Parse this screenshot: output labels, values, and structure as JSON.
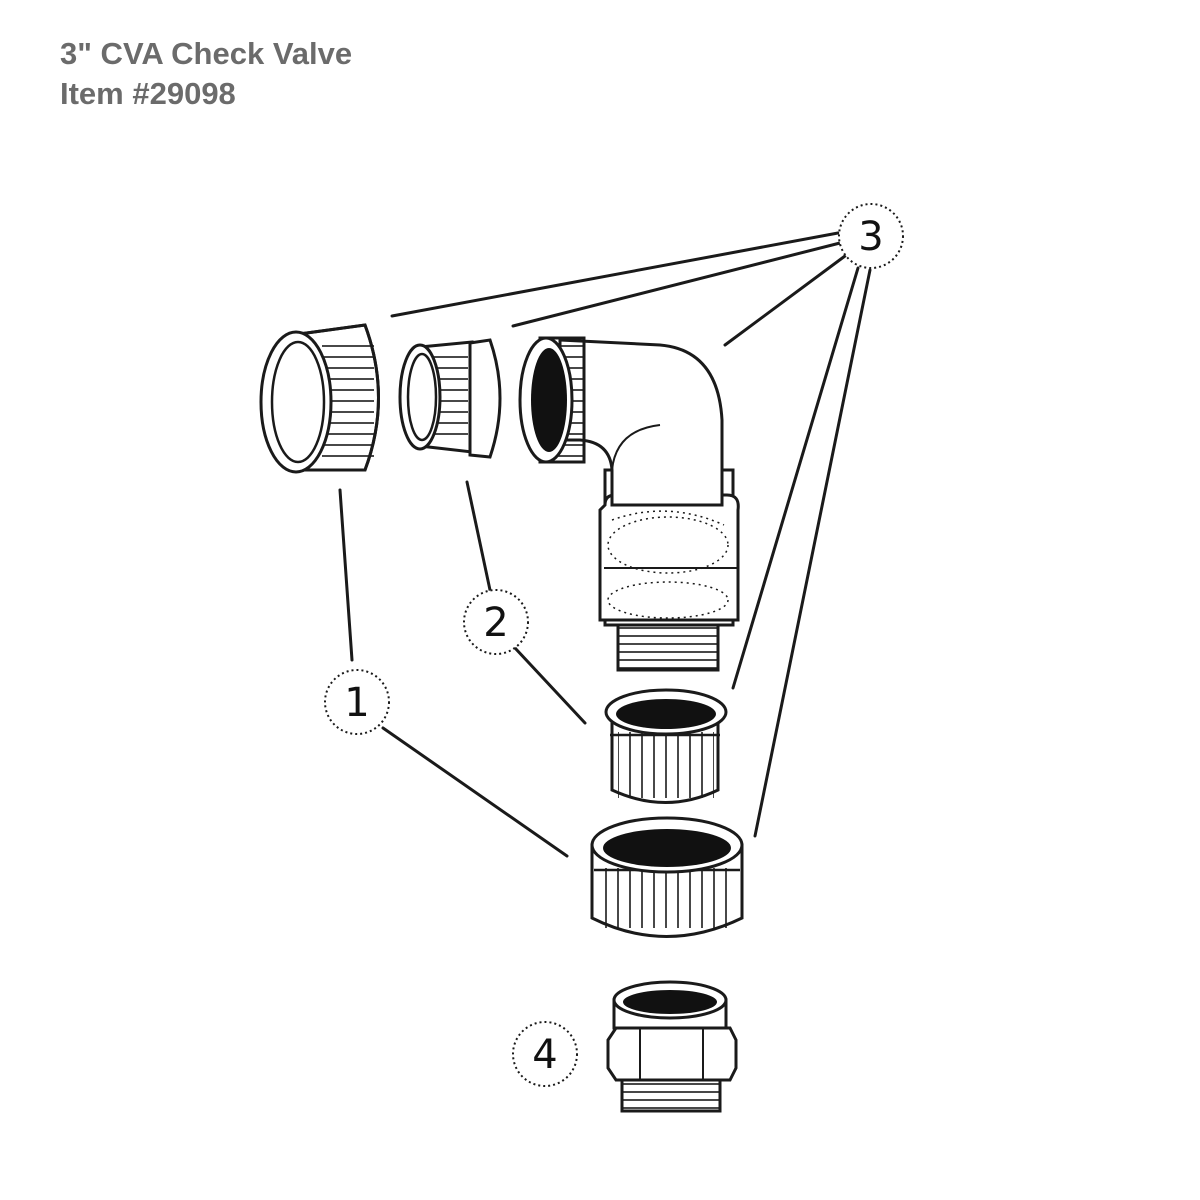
{
  "header": {
    "title": "3\" CVA Check Valve",
    "item": "Item #29098"
  },
  "callouts": [
    {
      "label": "1"
    },
    {
      "label": "2"
    },
    {
      "label": "3"
    },
    {
      "label": "4"
    }
  ],
  "colors": {
    "title_text": "#6b6b6b",
    "line_art": "#1a1a1a",
    "fill_dark": "#111111",
    "background": "#ffffff"
  }
}
